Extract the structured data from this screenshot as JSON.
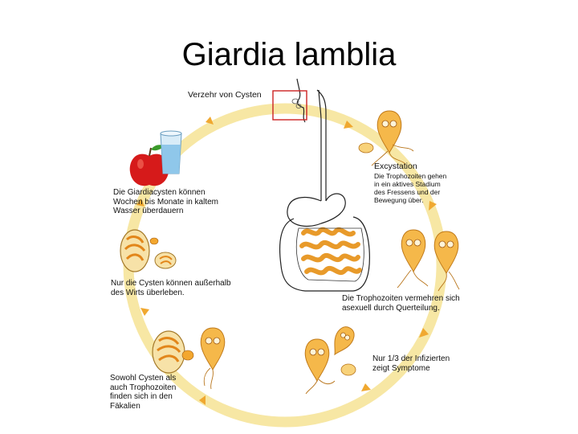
{
  "title": "Giardia lamblia",
  "labels": {
    "ingestion": "Verzehr von Cysten",
    "survival": [
      "Die Giardiacysten können",
      "Wochen bis Monate in kaltem",
      "Wasser überdauern"
    ],
    "excystation_head": "Excystation",
    "excystation_body": [
      "Die Trophozoiten gehen",
      "in ein aktives Stadium",
      "des Fressens und der",
      "Bewegung über."
    ],
    "outside": [
      "Nur die Cysten können außerhalb",
      "des Wirts überleben."
    ],
    "replication": [
      "Die Trophozoiten vermehren sich",
      "asexuell durch Querteilung."
    ],
    "symptoms": [
      "Nur 1/3 der Infizierten",
      "zeigt Symptome"
    ],
    "feces": [
      "Sowohl Cysten als",
      "auch Trophozoiten",
      "finden sich in den",
      "Fäkalien"
    ]
  },
  "colors": {
    "cycle_ring": "#f7e7a4",
    "arrow": "#f0a830",
    "trophozoite": "#f5b84a",
    "cyst": "#f3a72e",
    "apple": "#d61a1a",
    "water": "#8fc7ea",
    "marker": "#cc2222"
  },
  "icons": [
    "apple-icon",
    "water-glass-icon",
    "human-digestive-tract",
    "trophozoite-icon",
    "cyst-icon"
  ]
}
